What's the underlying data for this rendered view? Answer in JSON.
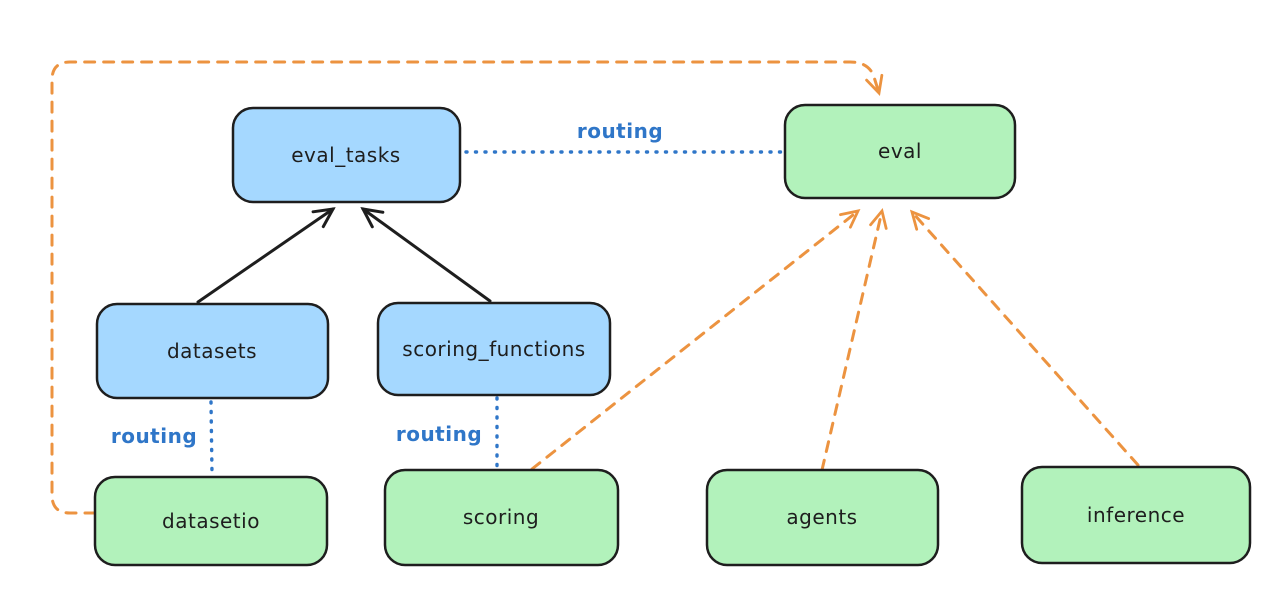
{
  "diagram": {
    "type": "architecture-flow-diagram",
    "background": "#ffffff",
    "nodes": {
      "eval_tasks": {
        "label": "eval_tasks",
        "fill": "#a5d8ff"
      },
      "eval": {
        "label": "eval",
        "fill": "#b2f2bb"
      },
      "datasets": {
        "label": "datasets",
        "fill": "#a5d8ff"
      },
      "scoring_functions": {
        "label": "scoring_functions",
        "fill": "#a5d8ff"
      },
      "datasetio": {
        "label": "datasetio",
        "fill": "#b2f2bb"
      },
      "scoring": {
        "label": "scoring",
        "fill": "#b2f2bb"
      },
      "agents": {
        "label": "agents",
        "fill": "#b2f2bb"
      },
      "inference": {
        "label": "inference",
        "fill": "#b2f2bb"
      }
    },
    "edges": [
      {
        "from": "datasets",
        "to": "eval_tasks",
        "style": "solid-arrow",
        "color": "#1e1e1e"
      },
      {
        "from": "scoring_functions",
        "to": "eval_tasks",
        "style": "solid-arrow",
        "color": "#1e1e1e"
      },
      {
        "from": "eval_tasks",
        "to": "eval",
        "style": "dotted",
        "color": "#2f76c8",
        "label": "routing"
      },
      {
        "from": "datasets",
        "to": "datasetio",
        "style": "dotted",
        "color": "#2f76c8",
        "label": "routing"
      },
      {
        "from": "scoring_functions",
        "to": "scoring",
        "style": "dotted",
        "color": "#2f76c8",
        "label": "routing"
      },
      {
        "from": "datasetio",
        "to": "eval",
        "style": "dashed-arrow",
        "color": "#ec9340"
      },
      {
        "from": "scoring",
        "to": "eval",
        "style": "dashed-arrow",
        "color": "#ec9340"
      },
      {
        "from": "agents",
        "to": "eval",
        "style": "dashed-arrow",
        "color": "#ec9340"
      },
      {
        "from": "inference",
        "to": "eval",
        "style": "dashed-arrow",
        "color": "#ec9340"
      }
    ],
    "colors": {
      "node_stroke": "#1e1e1e",
      "text": "#1e1e1e",
      "blue_fill": "#a5d8ff",
      "green_fill": "#b2f2bb",
      "routing_blue": "#2f76c8",
      "orange": "#ec9340",
      "background": "#ffffff"
    }
  }
}
